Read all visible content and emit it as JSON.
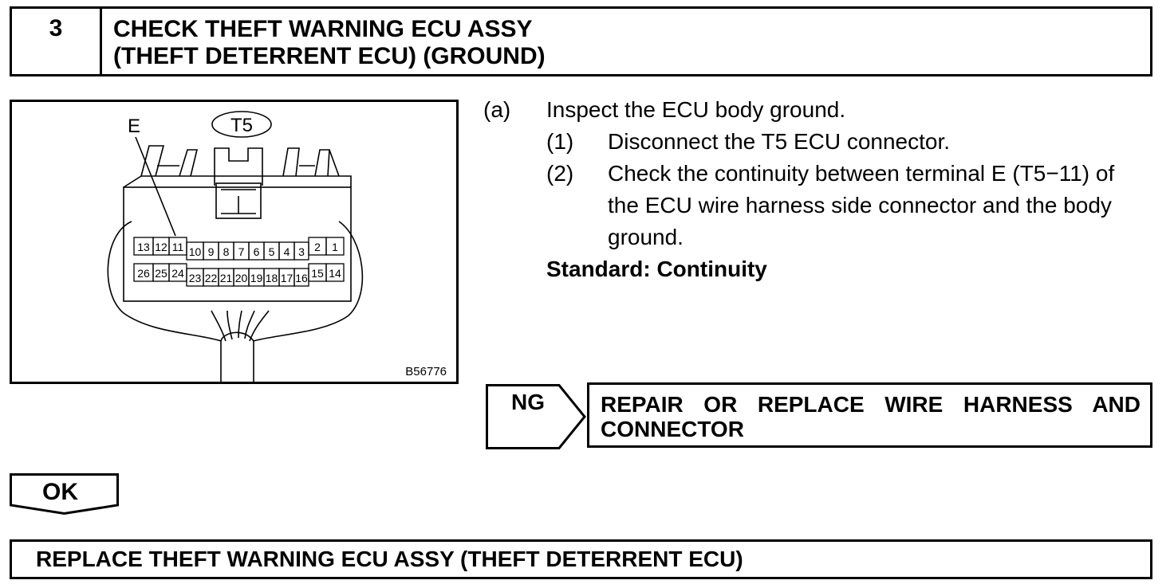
{
  "step": {
    "number": "3",
    "title_line1": "CHECK THEFT WARNING ECU ASSY",
    "title_line2": "(THEFT DETERRENT ECU) (GROUND)"
  },
  "figure": {
    "connector_label": "T5",
    "terminal_label": "E",
    "figure_id": "B56776",
    "pins_row1": [
      "13",
      "12",
      "11",
      "10",
      "9",
      "8",
      "7",
      "6",
      "5",
      "4",
      "3",
      "2",
      "1"
    ],
    "pins_row2": [
      "26",
      "25",
      "24",
      "23",
      "22",
      "21",
      "20",
      "19",
      "18",
      "17",
      "16",
      "15",
      "14"
    ]
  },
  "procedure": {
    "a_marker": "(a)",
    "a_text": "Inspect the ECU body ground.",
    "s1_marker": "(1)",
    "s1_text": "Disconnect the T5 ECU connector.",
    "s2_marker": "(2)",
    "s2_line1": "Check the continuity between terminal E (T5−11) of",
    "s2_line2": "the ECU wire harness side connector and the body",
    "s2_line3": "ground.",
    "standard": "Standard: Continuity"
  },
  "ng": {
    "label": "NG",
    "result": "REPAIR OR REPLACE WIRE HARNESS AND CONNECTOR"
  },
  "ok": {
    "label": "OK",
    "result": "REPLACE THEFT WARNING ECU ASSY (THEFT DETERRENT ECU)"
  }
}
